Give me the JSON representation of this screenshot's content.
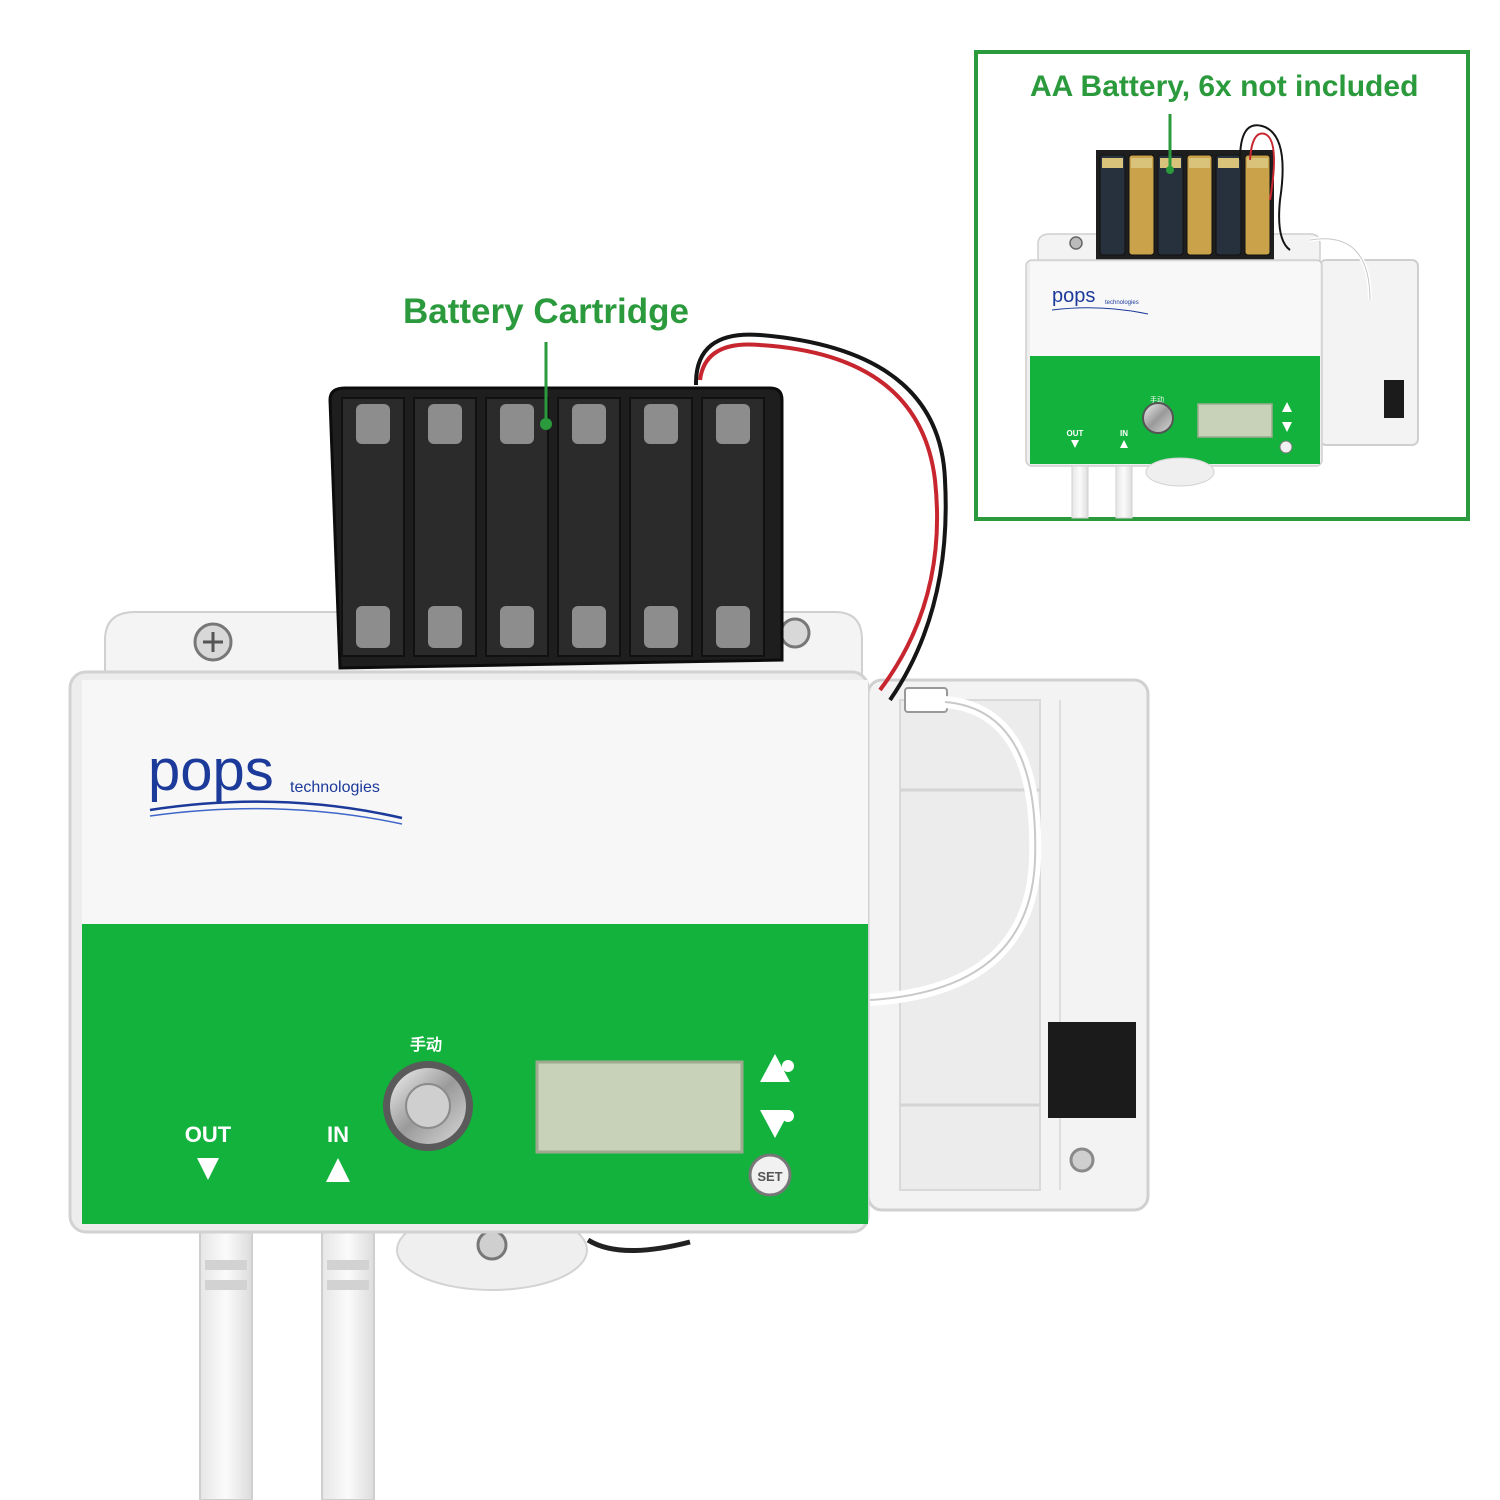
{
  "callouts": {
    "battery_cartridge": "Battery Cartridge",
    "aa_battery_note": "AA Battery, 6x not included"
  },
  "device": {
    "brand": "pops",
    "brand_sub": "technologies",
    "manual_label": "手动",
    "out_label": "OUT",
    "in_label": "IN",
    "set_label": "SET",
    "battery_slots": 6
  },
  "colors": {
    "brand_green": "#12b23c",
    "callout_green": "#2a9a3c",
    "brand_blue": "#1c3a9a",
    "lcd": "#c7d2b8"
  },
  "icons": {
    "up": "triangle-up-icon",
    "down": "triangle-down-icon"
  }
}
